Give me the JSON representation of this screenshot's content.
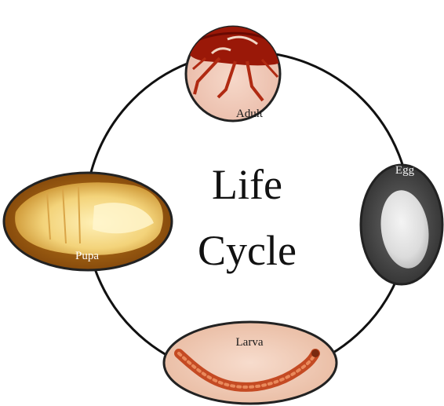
{
  "diagram": {
    "title_line_1": "Life",
    "title_line_2": "Cycle",
    "stages": {
      "adult": "Adult",
      "egg": "Egg",
      "larva": "Larva",
      "pupa": "Pupa"
    },
    "cycle_color": "#111111"
  }
}
